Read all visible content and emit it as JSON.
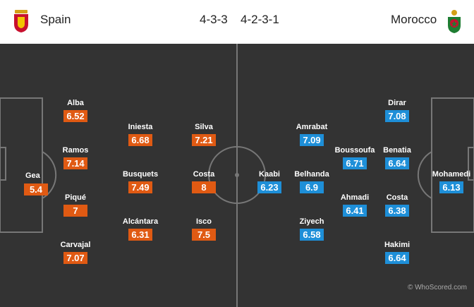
{
  "match": {
    "home_team": "Spain",
    "home_formation": "4-3-3",
    "away_team": "Morocco",
    "away_formation": "4-2-3-1"
  },
  "colors": {
    "home_badge": "#e05a13",
    "away_badge": "#1e8fd8",
    "pitch": "#333333"
  },
  "home_players": [
    {
      "name": "Gea",
      "rating": "5.4"
    },
    {
      "name": "Alba",
      "rating": "6.52"
    },
    {
      "name": "Ramos",
      "rating": "7.14"
    },
    {
      "name": "Piqué",
      "rating": "7"
    },
    {
      "name": "Carvajal",
      "rating": "7.07"
    },
    {
      "name": "Iniesta",
      "rating": "6.68"
    },
    {
      "name": "Busquets",
      "rating": "7.49"
    },
    {
      "name": "Alcántara",
      "rating": "6.31"
    },
    {
      "name": "Silva",
      "rating": "7.21"
    },
    {
      "name": "Costa",
      "rating": "8"
    },
    {
      "name": "Isco",
      "rating": "7.5"
    }
  ],
  "away_players": [
    {
      "name": "Kaabi",
      "rating": "6.23"
    },
    {
      "name": "Amrabat",
      "rating": "7.09"
    },
    {
      "name": "Belhanda",
      "rating": "6.9"
    },
    {
      "name": "Ziyech",
      "rating": "6.58"
    },
    {
      "name": "Boussoufa",
      "rating": "6.71"
    },
    {
      "name": "Ahmadi",
      "rating": "6.41"
    },
    {
      "name": "Dirar",
      "rating": "7.08"
    },
    {
      "name": "Benatia",
      "rating": "6.64"
    },
    {
      "name": "Costa",
      "rating": "6.38"
    },
    {
      "name": "Hakimi",
      "rating": "6.64"
    },
    {
      "name": "Mohamedi",
      "rating": "6.13"
    }
  ],
  "watermark": "© WhoScored.com"
}
